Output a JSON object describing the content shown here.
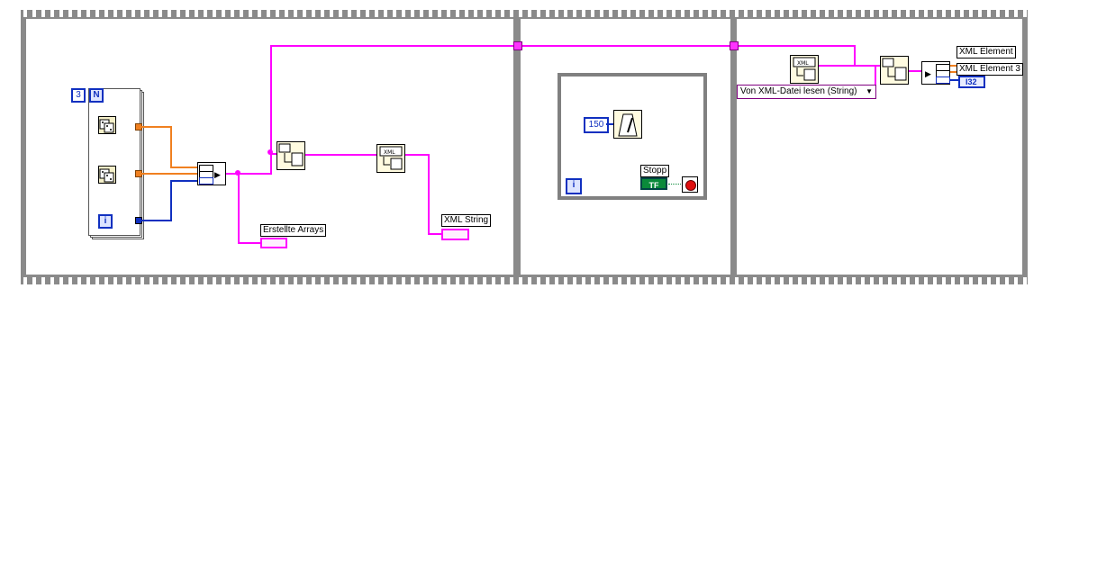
{
  "for_loop": {
    "count_constant": "3",
    "count_terminal": "N",
    "iteration_terminal": "i"
  },
  "indicators": {
    "created_arrays_label": "Erstellte Arrays",
    "xml_string_label": "XML String"
  },
  "while_loop": {
    "wait_constant": "150",
    "iteration_terminal": "i",
    "stop_label": "Stopp",
    "stop_terminal": "TF"
  },
  "read_xml": {
    "mode_selector": "Von XML-Datei lesen (String)",
    "element_label": "XML Element",
    "element3_label": "XML Element 3",
    "i32_indicator": "I32"
  },
  "colors": {
    "string_wire": "#ff00ff",
    "numeric_wire": "#f08020",
    "integer_wire": "#1030c0",
    "frame": "#8a8a8a"
  }
}
